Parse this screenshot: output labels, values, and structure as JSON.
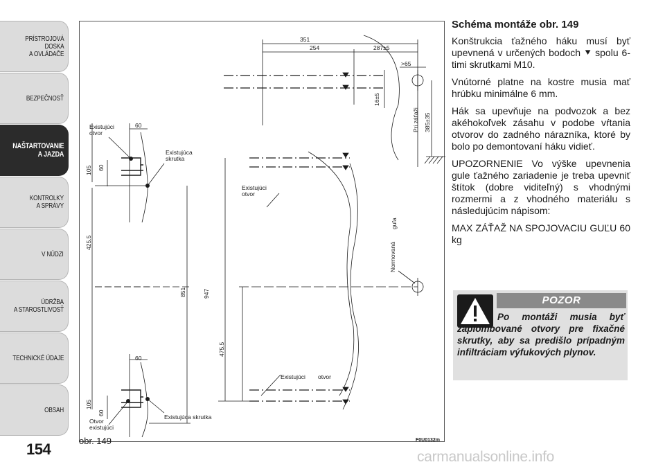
{
  "sidebar": {
    "tabs": [
      {
        "label": "PRÍSTROJOVÁ\nDOSKA\nA OVLÁDAČE",
        "active": false
      },
      {
        "label": "BEZPEČNOSŤ",
        "active": false
      },
      {
        "label": "NAŠTARTOVANIE\nA JAZDA",
        "active": true
      },
      {
        "label": "KONTROLKY\nA SPRÁVY",
        "active": false
      },
      {
        "label": "V NÚDZI",
        "active": false
      },
      {
        "label": "ÚDRŽBA\nA STAROSTLIVOSŤ",
        "active": false
      },
      {
        "label": "TECHNICKÉ ÚDAJE",
        "active": false
      },
      {
        "label": "OBSAH",
        "active": false
      }
    ]
  },
  "page_number": "154",
  "figure": {
    "caption": "obr. 149",
    "code": "F0U0132m",
    "labels": {
      "existing_hole_1": "Existujúci otvor",
      "existing_bolt_1": "Existujúca skrutka",
      "existing_hole_2": "Existujúci otvor",
      "existing_hole_3_a": "Existujúci",
      "existing_hole_3_b": "otvor",
      "existing_bolt_2": "Existujúca skrutka",
      "hole_existing": "Otvor existujúci",
      "normovana": "Normovaná",
      "gula": "guľa",
      "pri_zatazi": "Pri záťaži"
    },
    "dims": {
      "d351": "351",
      "d254": "254",
      "d287": "287±5",
      "d65": ">65",
      "d16": "16±5",
      "d385": "385±35",
      "d60a": "60",
      "d105a": "105",
      "d60b": "60",
      "d425": "425.5",
      "d851": "851",
      "d947": "947",
      "d475": "475.5",
      "d60c": "60",
      "d105b": "105",
      "d60d": "60"
    }
  },
  "text": {
    "heading": "Schéma montáže obr. 149",
    "p1": "Konštrukcia ťažného háku musí byť upevnená v určených bodoch ⯆ spolu 6-timi skrutkami M10.",
    "p2": "Vnútorné platne na kostre musia mať hrúbku minimálne 6 mm.",
    "p3": "Hák sa upevňuje na podvozok a bez akéhokoľvek zásahu v podobe vŕtania otvorov do zadného nárazníka, ktoré by bolo po demontovaní háku vidieť.",
    "p4": "UPOZORNENIE Vo výške upevnenia gule ťažného zariadenie je treba upevniť štítok (dobre viditeľný) s vhodnými rozmermi a z vhodného materiálu s následujúcim nápisom:",
    "p5": "MAX ZÁŤAŽ NA SPOJOVACIU GUĽU 60 kg"
  },
  "warning": {
    "title": "POZOR",
    "text": "Po montáži musia byť zaplombované otvory pre fixačné skrutky, aby sa predišlo prípadným infiltráciam výfukových plynov."
  },
  "watermark": "carmanualsonline.info"
}
